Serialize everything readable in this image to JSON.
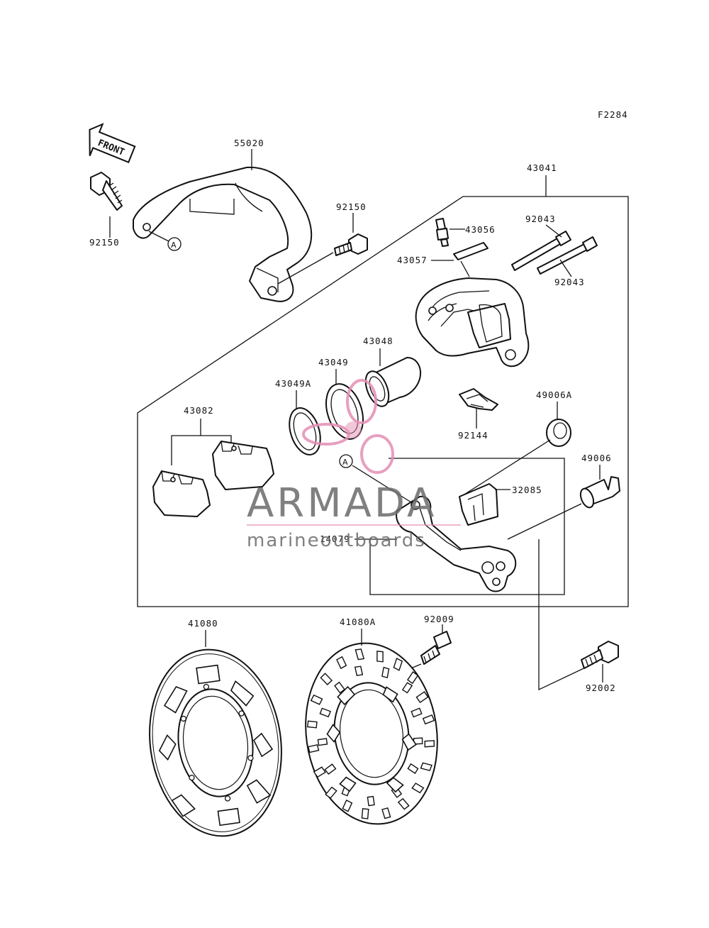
{
  "figure_code": "F2284",
  "front_marker": "FRONT",
  "ref_marker": "A",
  "parts": {
    "p55020": "55020",
    "p92150_left": "92150",
    "p92150_right": "92150",
    "p43041": "43041",
    "p43056": "43056",
    "p43057": "43057",
    "p92043_top": "92043",
    "p92043_bottom": "92043",
    "p43048": "43048",
    "p43049": "43049",
    "p43049A": "43049A",
    "p43082": "43082",
    "p92144": "92144",
    "p49006A": "49006A",
    "p49006": "49006",
    "p32085": "32085",
    "p14079": "14079",
    "p41080": "41080",
    "p41080A": "41080A",
    "p92009": "92009",
    "p92002": "92002"
  },
  "watermark": {
    "brand": "ARMADA",
    "tagline": "marineoutboards",
    "accent_color": "#e58fb4"
  }
}
